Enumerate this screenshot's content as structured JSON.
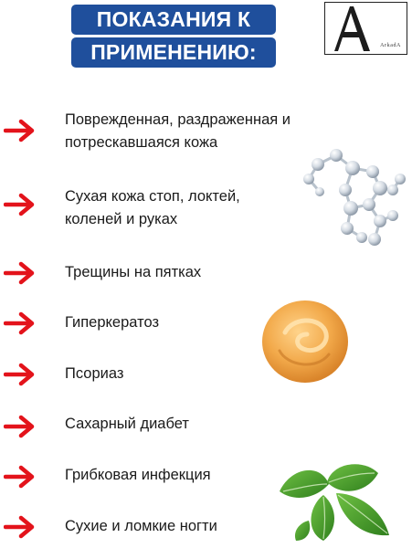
{
  "header": {
    "title_line1": "ПОКАЗАНИЯ К",
    "title_line2": "ПРИМЕНЕНИЮ:",
    "title_bg_color": "#1f4f9c"
  },
  "logo": {
    "mark": "A",
    "text": "ArkadA"
  },
  "list": {
    "arrow_icon": "red-arrow-icon",
    "arrow_color": "#e3131b",
    "items": [
      "Поврежденная, раздраженная и потрескавшаяся кожа",
      "Сухая кожа стоп, локтей, коленей и руках",
      "Трещины на пятках",
      "Гиперкератоз",
      "Псориаз",
      "Сахарный диабет",
      "Грибковая инфекция",
      "Сухие и ломкие ногти"
    ]
  },
  "decorations": {
    "molecule": "molecule-illustration",
    "cream": "cream-swirl-illustration",
    "leaves": "basil-leaves-illustration"
  }
}
